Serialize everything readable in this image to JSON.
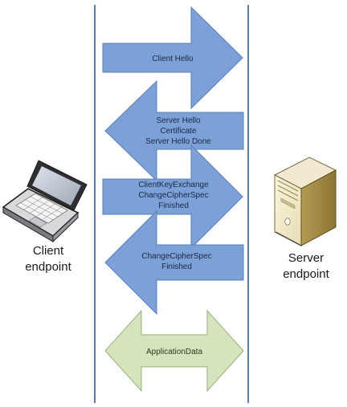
{
  "diagram": {
    "title": "",
    "colors": {
      "lifeline": "#5b7fb0",
      "arrow_fill": "#7ca0d8",
      "arrow_stroke": "#5a7fb5",
      "app_fill": "#d4e4bd",
      "app_stroke": "#9bb07c"
    },
    "client": {
      "lines": [
        "Client",
        "endpoint"
      ],
      "icon": "laptop-icon"
    },
    "server": {
      "lines": [
        "Server",
        "endpoint"
      ],
      "icon": "server-icon"
    },
    "messages": [
      {
        "id": "client-hello",
        "direction": "right",
        "lines": [
          "Client Hello"
        ]
      },
      {
        "id": "server-hello",
        "direction": "left",
        "lines": [
          "Server Hello",
          "Certificate",
          "Server Hello Done"
        ]
      },
      {
        "id": "client-key-exchange",
        "direction": "right",
        "lines": [
          "ClientKeyExchange",
          "ChangeCipherSpec",
          "Finished"
        ]
      },
      {
        "id": "server-change-cipher",
        "direction": "left",
        "lines": [
          "ChangeCipherSpec",
          "Finished"
        ]
      },
      {
        "id": "application-data",
        "direction": "both",
        "lines": [
          "ApplicationData"
        ]
      }
    ]
  }
}
